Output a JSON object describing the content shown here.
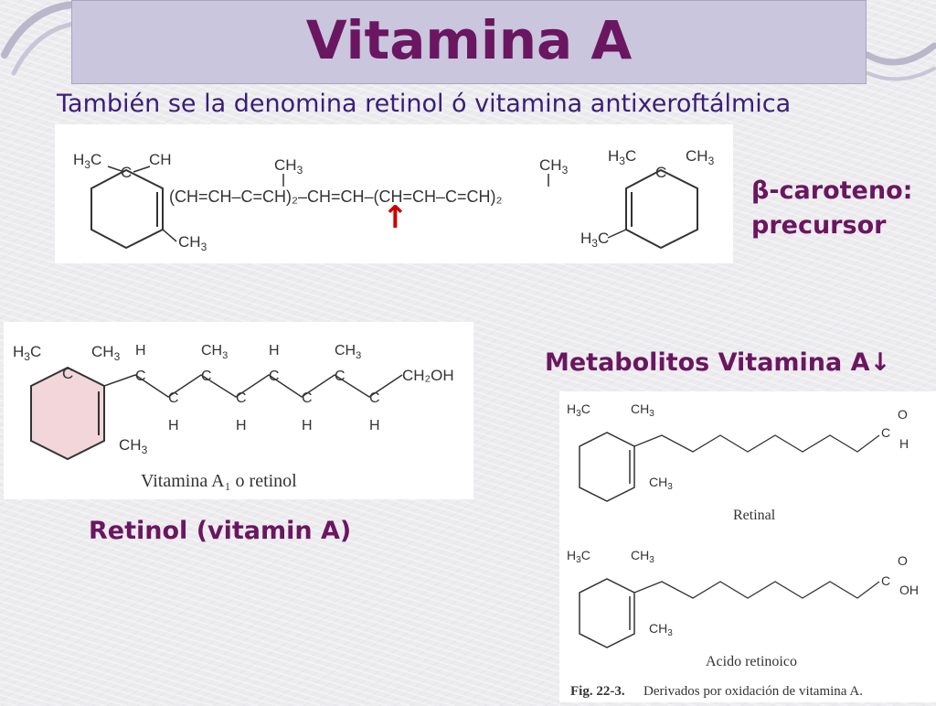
{
  "slide": {
    "title": "Vitamina A",
    "subtitle": "También se la denomina retinol ó vitamina antixeroftálmica"
  },
  "beta_carotene": {
    "label_line1": "β-caroteno:",
    "label_line2": "precursor",
    "formula_chain": "(CH=CH–C=CH)₂–CH=CH–(CH=CH–C=CH)₂",
    "cleavage_arrow": "↑"
  },
  "retinol": {
    "caption": "Vitamina A₁ o retinol",
    "label": "Retinol (vitamin A)",
    "end_group": "CH₂OH"
  },
  "metabolites": {
    "heading": "Metabolitos Vitamina A",
    "heading_arrow": "↓",
    "retinal_caption": "Retinal",
    "retinoic_caption": "Acido retinoico",
    "figure_ref": "Fig. 22-3.",
    "figure_caption": "Derivados por oxidación de vitamina A."
  },
  "colors": {
    "title": "#6a1660",
    "subtitle": "#3a1e78",
    "title_bar": "#c9c6dd",
    "arrow": "#cc0000"
  }
}
